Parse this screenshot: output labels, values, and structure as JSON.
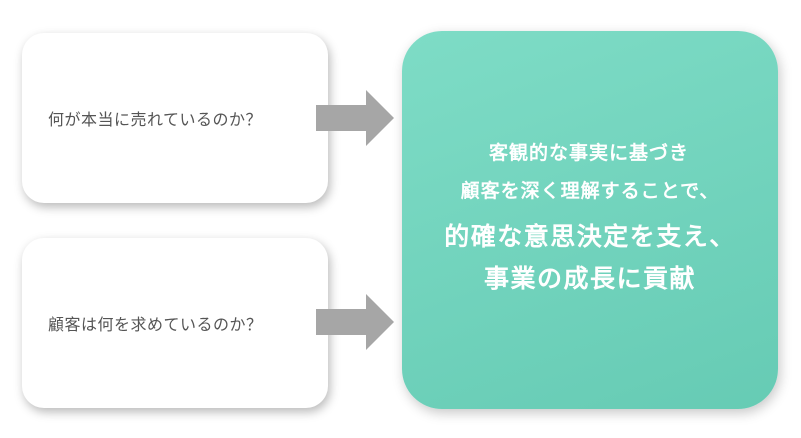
{
  "questions": [
    {
      "text": "何が本当に売れているのか？"
    },
    {
      "text": "顧客は何を求めているのか？"
    }
  ],
  "result": {
    "lines": [
      "客観的な事実に基づき",
      "顧客を深く理解することで、",
      "的確な意思決定を支え、",
      "事業の成長に貢献"
    ]
  },
  "colors": {
    "result_box": "#6fd3bc",
    "arrow": "#a6a6a6",
    "question_text": "#555555"
  }
}
